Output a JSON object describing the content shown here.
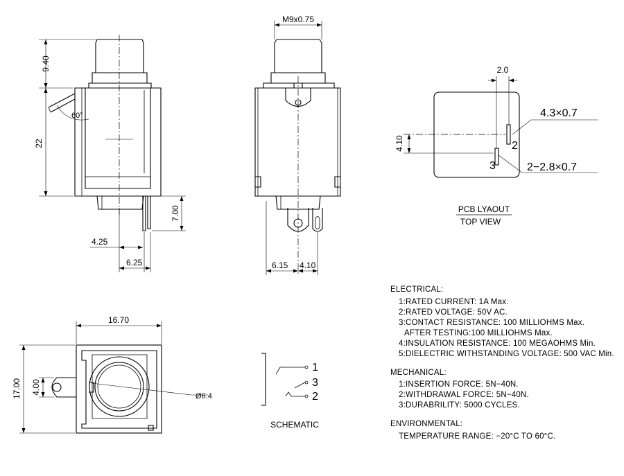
{
  "dimensions": {
    "d_9_40": "9.40",
    "d_22": "22",
    "d_60": "60°",
    "d_4_25": "4.25",
    "d_6_25": "6.25",
    "d_7_00": "7.00",
    "d_m9": "M9x0.75",
    "d_6_15": "6.15",
    "d_4_10_front": "4.10",
    "d_16_70": "16.70",
    "d_17_00": "17.00",
    "d_4_00": "4.00",
    "d_dia": "Ø6.4",
    "d_2_0": "2.0",
    "d_4_10_pcb": "4.10",
    "d_4_3x0_7": "4.3×0.7",
    "d_2_2_8x0_7": "2−2.8×0.7"
  },
  "pcb": {
    "pin2": "2",
    "pin3": "3",
    "title": "PCB LYAOUT",
    "subtitle": "TOP VIEW"
  },
  "schematic": {
    "pin1": "1",
    "pin2": "2",
    "pin3": "3",
    "label": "SCHEMATIC"
  },
  "specs": {
    "electrical": [
      "ELECTRICAL:",
      "1:RATED CURRENT: 1A Max.",
      "2:RATED VOLTAGE: 50V AC.",
      "3:CONTACT RESISTANCE: 100 MILLIOHMS Max.",
      "AFTER TESTING:100 MILLIOHMS Max.",
      "4:INSULATION RESISTANCE: 100 MEGAOHMS Min.",
      "5:DIELECTRIC WITHSTANDING VOLTAGE: 500 VAC Min."
    ],
    "mechanical": [
      "MECHANICAL:",
      "1:INSERTION FORCE: 5N−40N.",
      "2:WITHDRAWAL FORCE: 5N−40N.",
      "3:DURABRILITY: 5000 CYCLES."
    ],
    "environmental": [
      "ENVIRONMENTAL:",
      "TEMPERATURE RANGE: −20°C TO 60°C."
    ]
  }
}
